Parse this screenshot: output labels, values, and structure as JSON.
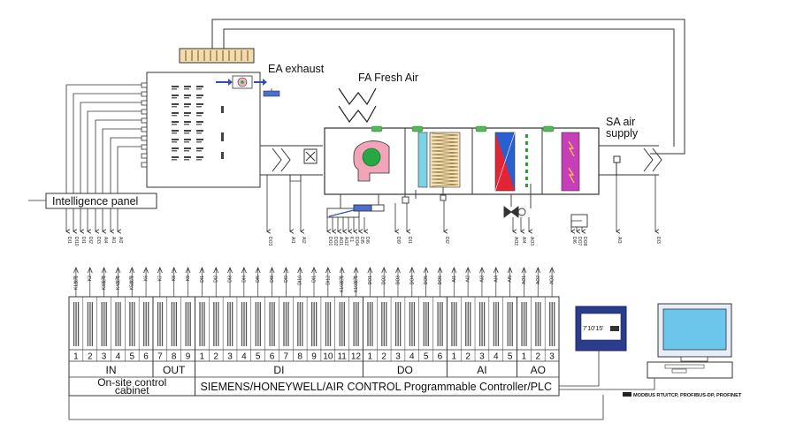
{
  "labels": {
    "ea": "EA exhaust",
    "fa": "FA Fresh Air",
    "sa": "SA air\nsupply",
    "panel": "Intelligence panel",
    "cabinet": "On-site control\ncabinet",
    "plc": "SIEMENS/HONEYWELL/AIR CONTROL Programmable Controller/PLC",
    "display": "7'10'15'",
    "protocol": "MODBUS RTU/TCP, PROFIBUS-DP, PROFINET"
  },
  "panel_signals": [
    "DI1",
    "DI10",
    "DI1",
    "DI2",
    "DI3",
    "AI4",
    "AI1",
    "AI2"
  ],
  "duct_signals": [
    {
      "g": "a",
      "items": [
        "DO3"
      ]
    },
    {
      "g": "b",
      "items": [
        "AI1",
        "AI2"
      ]
    },
    {
      "g": "c",
      "items": [
        "DO1",
        "DO2",
        "AO1",
        "AO2",
        "K1",
        "DO4",
        "DI5",
        "DI6"
      ]
    },
    {
      "g": "d",
      "items": [
        "DI9",
        "DI1"
      ]
    },
    {
      "g": "e",
      "items": [
        "DI2"
      ]
    },
    {
      "g": "f",
      "items": [
        "AO2",
        "AI4",
        "AO3"
      ]
    },
    {
      "g": "g",
      "items": [
        "DI6",
        "DO7",
        "DO8"
      ]
    },
    {
      "g": "h",
      "items": [
        "AI3"
      ]
    },
    {
      "g": "i",
      "items": [
        "DI3"
      ]
    }
  ],
  "plc_sections": [
    {
      "name": "IN",
      "cols": [
        "K1故障",
        "K2",
        "K3故障",
        "K4故障",
        "K5故障",
        "K6"
      ],
      "nums": [
        "1",
        "2",
        "3",
        "4",
        "5",
        "6"
      ]
    },
    {
      "name": "OUT",
      "cols": [
        "K7",
        "K8",
        "K9"
      ],
      "nums": [
        "7",
        "8",
        "9"
      ]
    },
    {
      "name": "DI",
      "cols": [
        "DI1",
        "DI2",
        "DI3",
        "DI4",
        "DI5",
        "DI8",
        "DI9",
        "DI10",
        "DI1",
        "DI12",
        "K10故障",
        "K10故障"
      ],
      "nums": [
        "1",
        "2",
        "3",
        "4",
        "5",
        "6",
        "7",
        "8",
        "9",
        "10",
        "11",
        "12"
      ]
    },
    {
      "name": "DO",
      "cols": [
        "DO1",
        "DO2",
        "DO3",
        "DO4",
        "DO5",
        "DO6"
      ],
      "nums": [
        "1",
        "2",
        "3",
        "4",
        "5",
        "6"
      ]
    },
    {
      "name": "AI",
      "cols": [
        "AI1",
        "AI2",
        "AI3",
        "AI4",
        "AI5"
      ],
      "nums": [
        "1",
        "2",
        "3",
        "4",
        "5"
      ]
    },
    {
      "name": "AO",
      "cols": [
        "AO1",
        "AO2",
        "AO3"
      ],
      "nums": [
        "1",
        "2",
        "3"
      ]
    }
  ]
}
